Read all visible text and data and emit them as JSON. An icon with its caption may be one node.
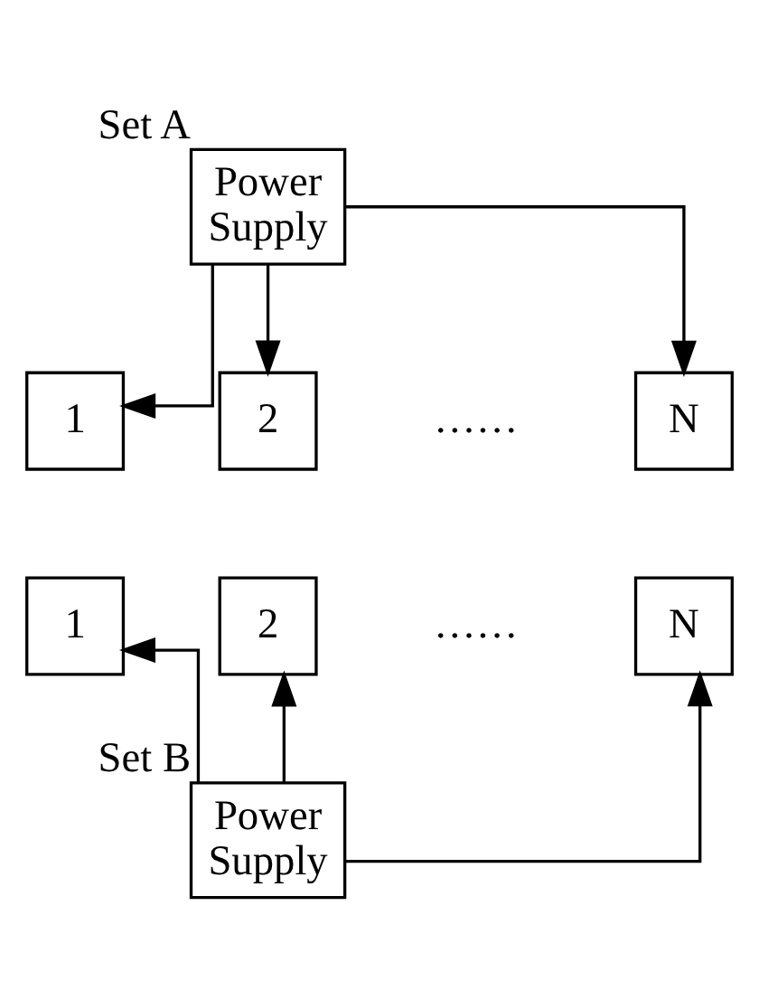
{
  "diagram": {
    "nodes": [
      {
        "text": [
          "Power Supply"
        ],
        "beside": [
          "Set A"
        ]
      },
      {
        "text": [
          "1"
        ]
      },
      {
        "text": [
          "2"
        ]
      },
      {
        "text": [
          "N"
        ]
      },
      {
        "text": [
          "1"
        ]
      },
      {
        "text": [
          "2"
        ]
      },
      {
        "text": [
          "N"
        ]
      },
      {
        "text": [
          "Power Supply"
        ],
        "beside": [
          "Set B"
        ]
      }
    ],
    "edges": [
      {
        "from": 0,
        "to": 1,
        "arrow": "to"
      },
      {
        "from": 0,
        "to": 2,
        "arrow": "to"
      },
      {
        "from": 0,
        "to": 3,
        "arrow": "to"
      },
      {
        "from": 7,
        "to": 4,
        "arrow": "to"
      },
      {
        "from": 7,
        "to": 5,
        "arrow": "to"
      },
      {
        "from": 7,
        "to": 6,
        "arrow": "to"
      }
    ],
    "labels": [
      "……",
      "……"
    ]
  }
}
